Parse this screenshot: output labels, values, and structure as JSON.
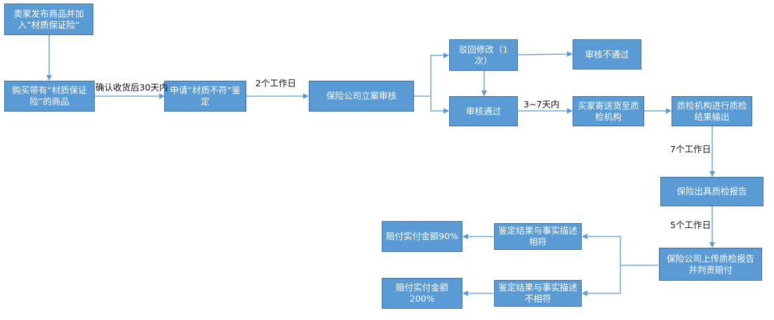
{
  "colors": {
    "node_fill": "#5b9bd5",
    "node_border": "#41719c",
    "node_text": "#ffffff",
    "edge": "#5b9bd5",
    "label_text": "#111111"
  },
  "nodes": {
    "seller_publish": "卖家发布商品并加入“材质保证险”",
    "buy_insured": "购买带有“材质保证险”的商品",
    "apply_appraisal": "申请“材质不符”鉴定",
    "insurer_review": "保险公司立案审核",
    "reject_modify": "驳回修改（1次）",
    "review_fail": "审核不通过",
    "review_pass": "审核通过",
    "buyer_ship": "买家寄送货至质检机构",
    "lab_inspect": "质检机构进行质检结果输出",
    "insurer_report": "保险出具质检报告",
    "insurer_upload": "保险公司上传质检报告并判责赔付",
    "match": "鉴定结果与事实描述相符",
    "mismatch": "鉴定结果与事实描述不相符",
    "pay_90": "赔付实付金额90%",
    "pay_200": "赔付实付金额200%"
  },
  "edge_labels": {
    "days_30": "确认收货后30天内",
    "workdays_2": "2个工作日",
    "days_3_7": "3~7天内",
    "workdays_7": "7个工作日",
    "workdays_5": "5个工作日"
  }
}
